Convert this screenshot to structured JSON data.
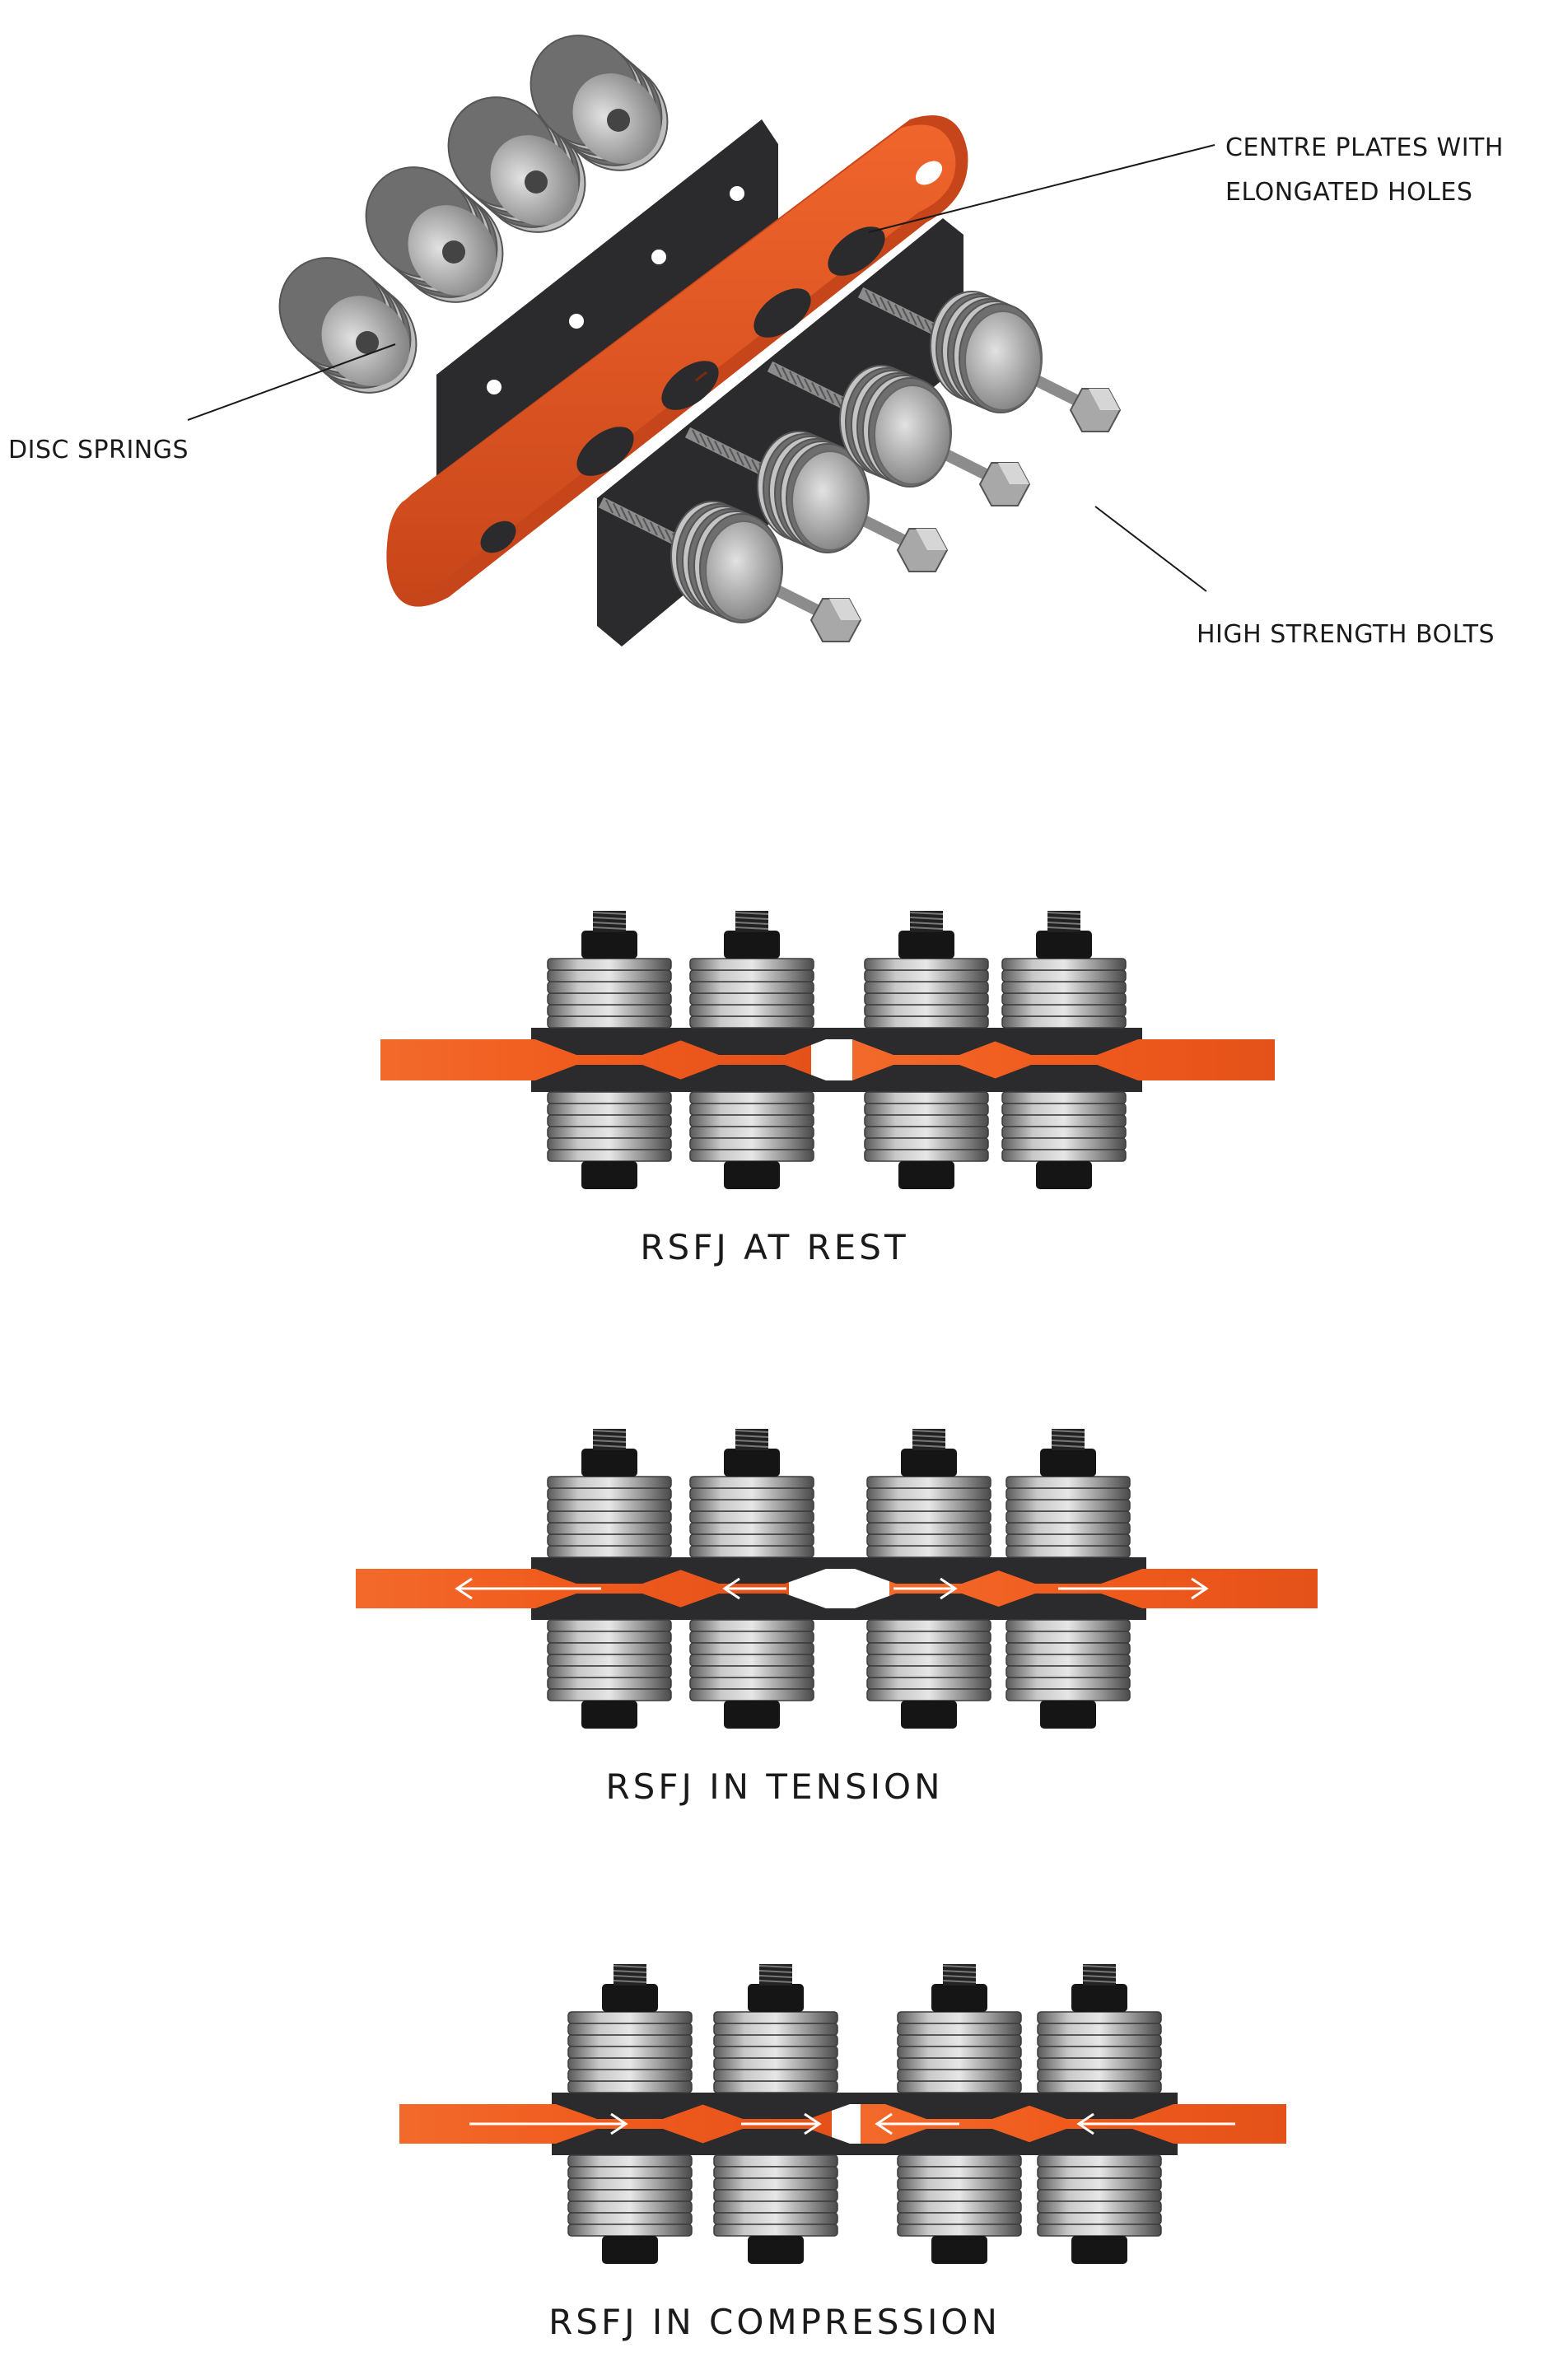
{
  "exploded_view": {
    "callouts": {
      "centre_plates": [
        "CENTRE PLATES WITH",
        "ELONGATED HOLES"
      ],
      "disc_springs": "DISC SPRINGS",
      "bolts": "HIGH STRENGTH BOLTS"
    }
  },
  "states": [
    {
      "caption": "RSFJ AT REST",
      "mode": "rest"
    },
    {
      "caption": "RSFJ IN TENSION",
      "mode": "tension"
    },
    {
      "caption": "RSFJ IN COMPRESSION",
      "mode": "compression"
    }
  ],
  "colors": {
    "plate_orange": "#ef5a1f",
    "plate_dark": "#2b2b2d",
    "steel_light": "#b9b9b9",
    "steel_dark": "#555555",
    "bolt_black": "#151515",
    "arrow": "#ffffff",
    "leader_line": "#1a1a1a"
  }
}
